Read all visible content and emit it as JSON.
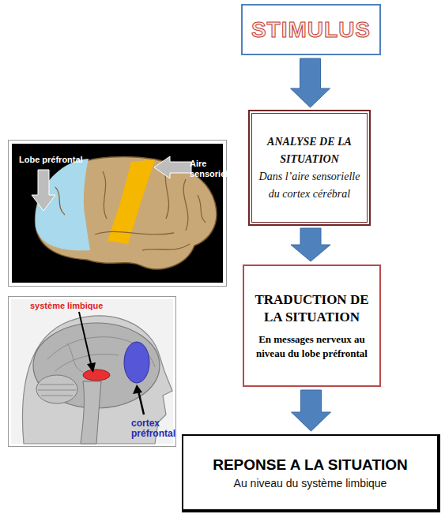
{
  "diagram": {
    "nodes": [
      {
        "text": [
          "STIMULUS"
        ]
      },
      {
        "text": [
          "ANALYSE DE LA SITUATION",
          "Dans l’aire sensorielle du cortex cérébral"
        ]
      },
      {
        "text": [
          "TRADUCTION DE LA SITUATION",
          "En messages nerveux au niveau du lobe préfrontal"
        ]
      },
      {
        "text": [
          "REPONSE A LA SITUATION",
          "Au niveau du système limbique"
        ]
      }
    ],
    "edges": [
      {
        "from": 0,
        "to": 1,
        "arrow": "to"
      },
      {
        "from": 1,
        "to": 2,
        "arrow": "to"
      },
      {
        "from": 2,
        "to": 3,
        "arrow": "to"
      }
    ],
    "labels": [
      "Lobe préfrontal",
      "Aire sensorielle",
      "système limbique",
      "cortex préfrontal"
    ]
  }
}
